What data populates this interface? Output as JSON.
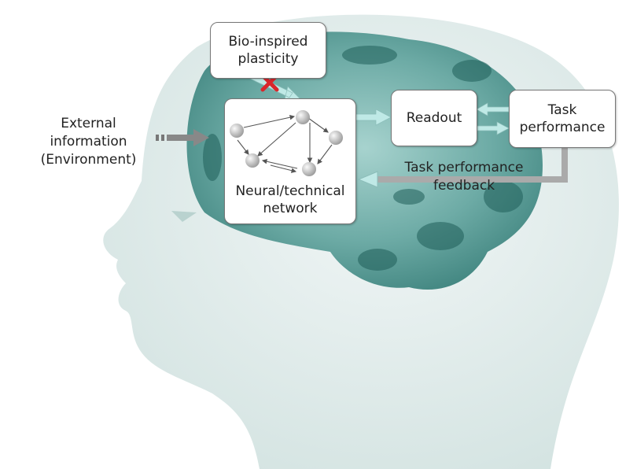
{
  "external_input": {
    "line1": "External",
    "line2": "information",
    "line3": "(Environment)"
  },
  "plasticity_box": {
    "line1": "Bio-inspired",
    "line2": "plasticity"
  },
  "network_box": {
    "line1": "Neural/technical",
    "line2": "network"
  },
  "readout_box": {
    "label": "Readout"
  },
  "task_box": {
    "line1": "Task",
    "line2": "performance"
  },
  "feedback": {
    "line1": "Task performance",
    "line2": "feedback"
  },
  "colors": {
    "brain": "#2f7a74",
    "arrow": "#bfe9e6",
    "blocked": "#d9262b",
    "head": "#e6efee"
  },
  "icons": {
    "blocked": "red-x-icon",
    "node": "sphere-node-icon"
  }
}
